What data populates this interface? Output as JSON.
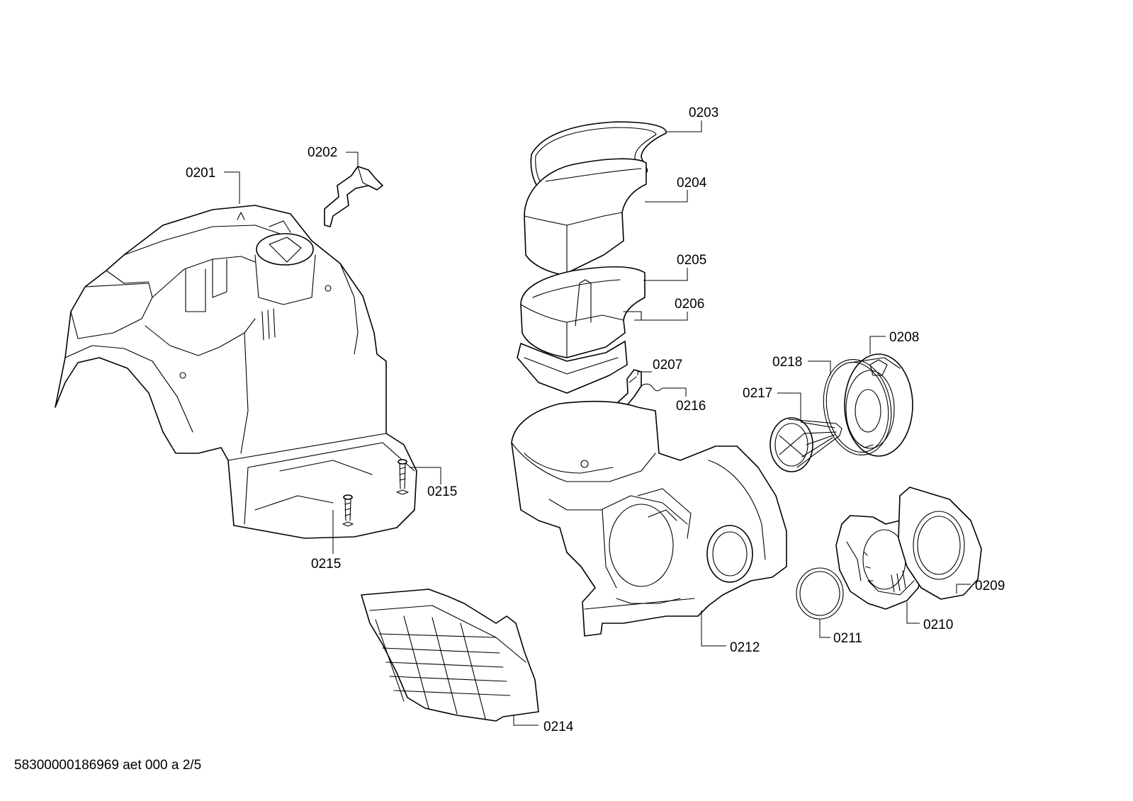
{
  "callouts": {
    "c0201": "0201",
    "c0202": "0202",
    "c0203": "0203",
    "c0204": "0204",
    "c0205": "0205",
    "c0206": "0206",
    "c0207": "0207",
    "c0216": "0216",
    "c0208": "0208",
    "c0218": "0218",
    "c0217": "0217",
    "c0215a": "0215",
    "c0215b": "0215",
    "c0209": "0209",
    "c0210": "0210",
    "c0211": "0211",
    "c0212": "0212",
    "c0214": "0214"
  },
  "footer": {
    "document_id": "58300000186969 aet 000 a 2/5"
  }
}
